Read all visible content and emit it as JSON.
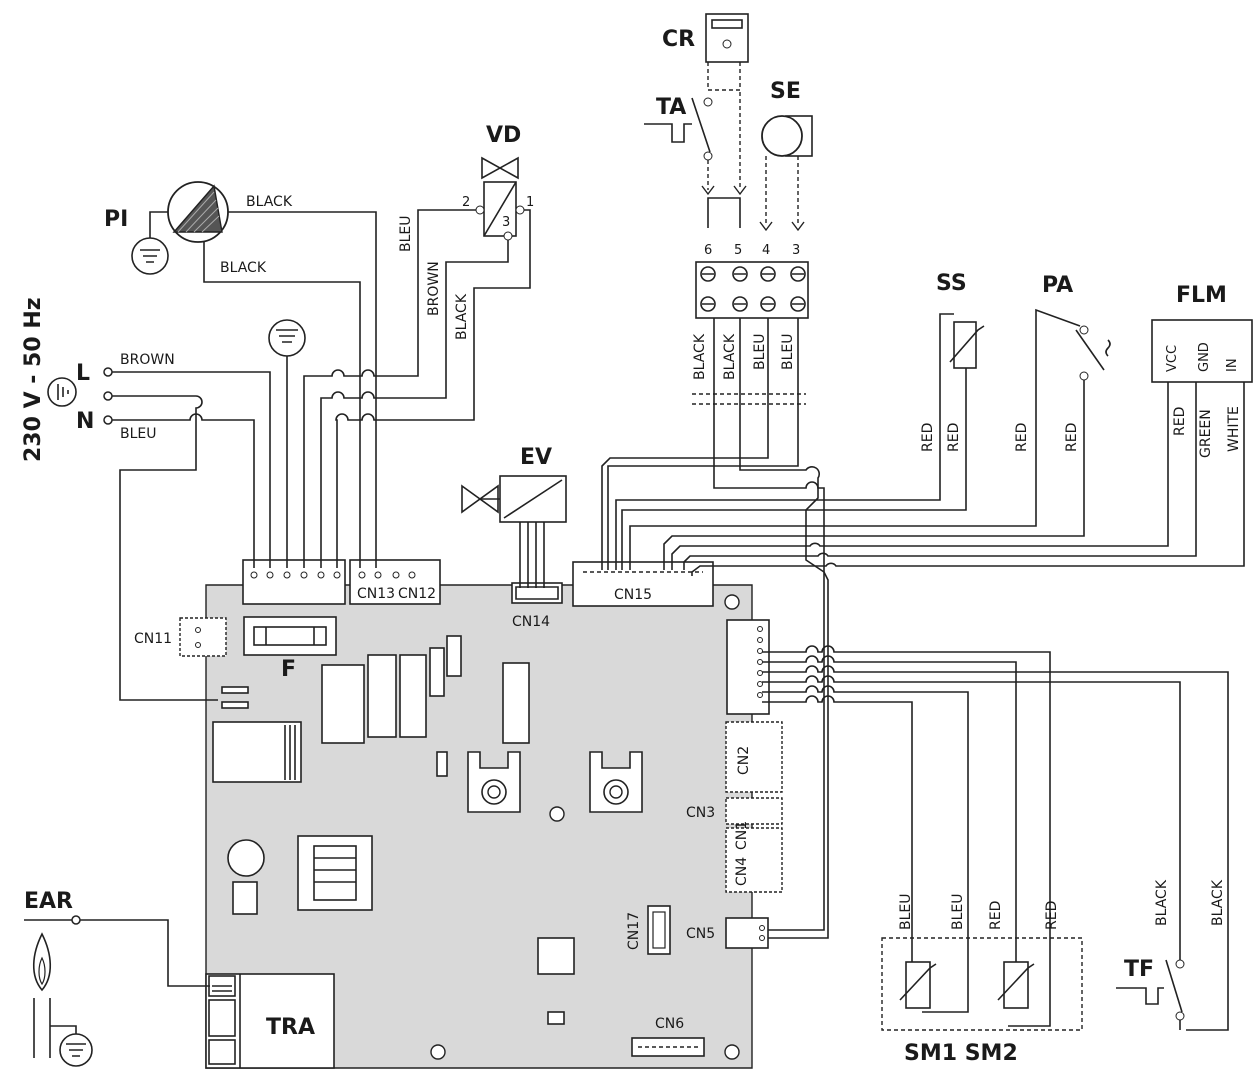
{
  "components": {
    "cr": "CR",
    "ta": "TA",
    "se": "SE",
    "vd": "VD",
    "pi": "PI",
    "ss": "SS",
    "pa": "PA",
    "flm": "FLM",
    "ev": "EV",
    "ear": "EAR",
    "tf": "TF",
    "tra": "TRA",
    "fuse": "F",
    "sm": "SM1 SM2"
  },
  "power": {
    "supply": "230 V - 50 Hz",
    "line": "L",
    "neutral": "N"
  },
  "connectors": {
    "cn13": "CN13",
    "cn12": "CN12",
    "cn14": "CN14",
    "cn15": "CN15",
    "cn11": "CN11",
    "cn2": "CN2",
    "cn3": "CN3",
    "cn4": "CN4",
    "cn1": "CN1",
    "cn5": "CN5",
    "cn17": "CN17",
    "cn6": "CN6"
  },
  "terminals": {
    "t6": "6",
    "t5": "5",
    "t4": "4",
    "t3": "3",
    "vd2": "2",
    "vd3": "3",
    "vd1": "1"
  },
  "flm_pins": {
    "vcc": "VCC",
    "gnd": "GND",
    "in": "IN"
  },
  "wires": {
    "brown": "BROWN",
    "bleu": "BLEU",
    "black": "BLACK",
    "red": "RED",
    "green": "GREEN",
    "white": "WHITE"
  }
}
